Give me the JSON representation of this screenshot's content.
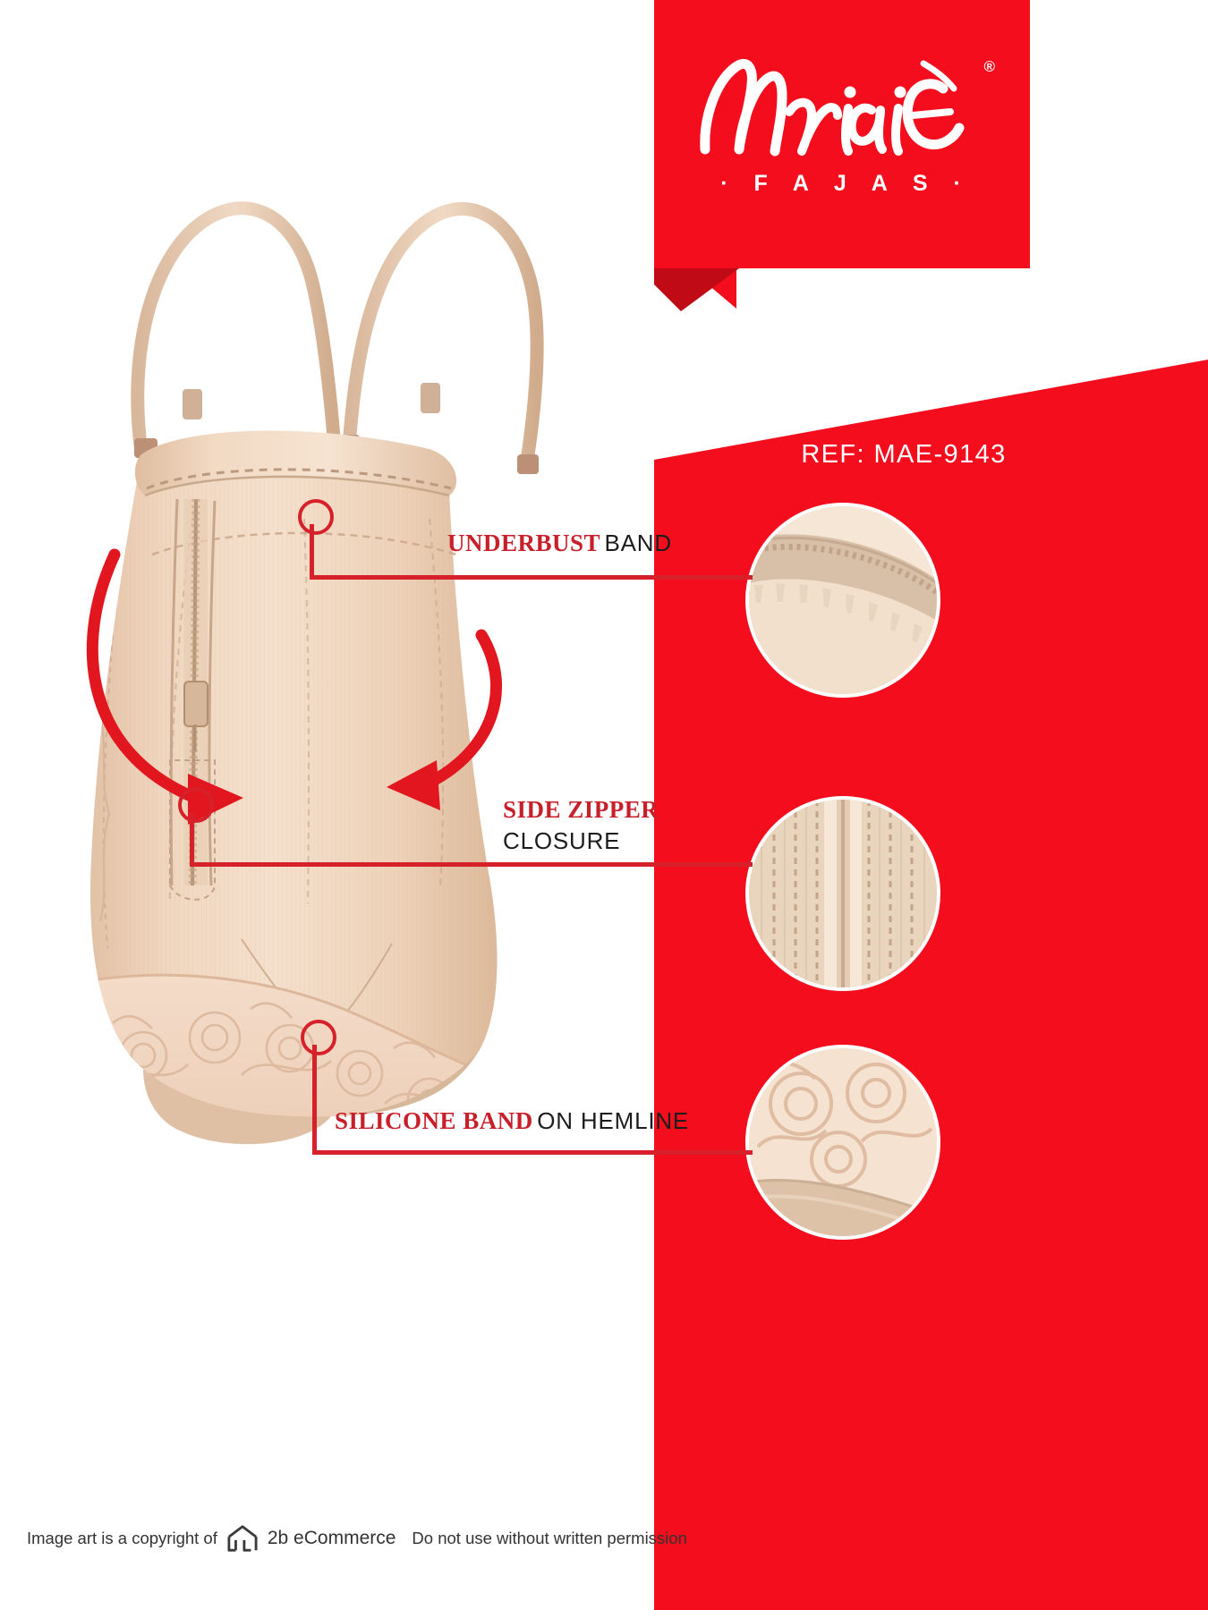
{
  "brand": {
    "name": "MariaE",
    "registered_mark": "®",
    "subtitle": "· F A J A S ·",
    "logo_color": "#ffffff",
    "panel_color": "#f40d1c"
  },
  "product": {
    "reference_label": "REF: MAE-9143"
  },
  "callouts": [
    {
      "id": "underbust-band",
      "red_text": "UNDERBUST",
      "black_text": "BAND",
      "detail_image": "underbust-band-detail"
    },
    {
      "id": "side-zipper-closure",
      "red_text": "SIDE ZIPPER",
      "black_text": "CLOSURE",
      "detail_image": "side-zipper-detail"
    },
    {
      "id": "silicone-band-hemline",
      "red_text": "SILICONE BAND",
      "black_text": "ON HEMLINE",
      "detail_image": "silicone-band-detail"
    }
  ],
  "footer": {
    "prefix": "Image art is a copyright of",
    "company": "2b eCommerce",
    "suffix": "Do not use without written permission",
    "logo_name": "2b-ecommerce-logo"
  },
  "colors": {
    "brand_red": "#f40d1c",
    "accent_red": "#d6202a",
    "label_red": "#c8202a",
    "fabric_light": "#f3ddc8",
    "fabric_mid": "#ecd3bc",
    "fabric_dark": "#d9bda4"
  }
}
